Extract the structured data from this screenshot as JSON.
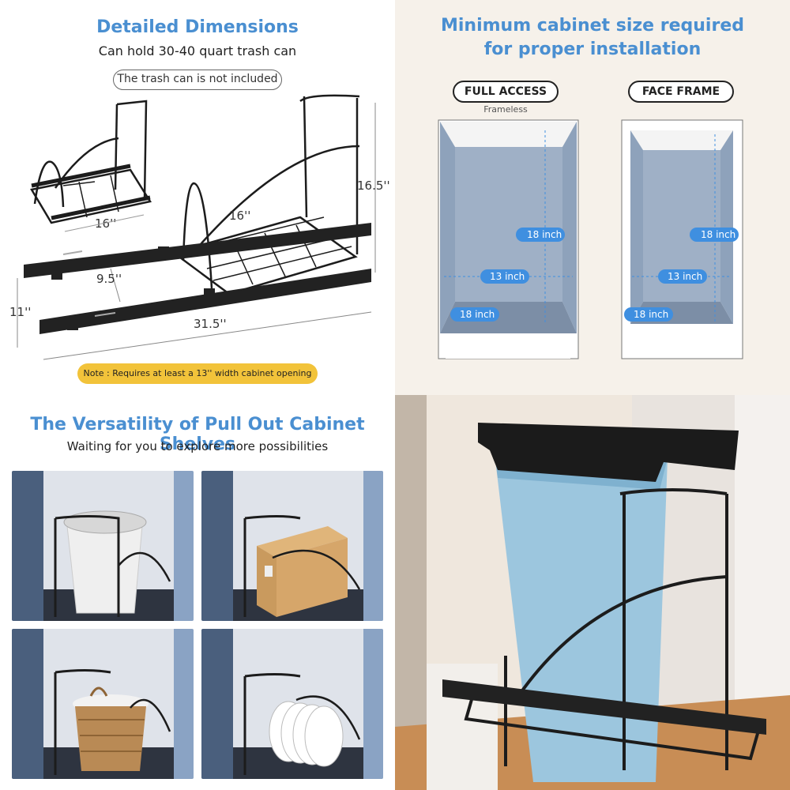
{
  "dimensions": {
    "title": "Detailed Dimensions",
    "subtitle": "Can hold 30-40 quart trash can",
    "pill": "The trash can is not included",
    "labels": {
      "small_width": "16''",
      "large_width": "16''",
      "height": "16.5''",
      "rail_gap": "9.5''",
      "rail_height": "11''",
      "length": "31.5''"
    },
    "note": "Note : Requires at least a 13'' width cabinet opening"
  },
  "cabinet": {
    "title_line1": "Minimum cabinet size required",
    "title_line2": "for proper installation",
    "left": {
      "label": "FULL ACCESS",
      "sublabel": "Frameless",
      "depth": "18 inch",
      "width": "13 inch",
      "front": "18 inch"
    },
    "right": {
      "label": "FACE FRAME",
      "depth": "18 inch",
      "width": "13 inch",
      "front": "18 inch"
    }
  },
  "versatility": {
    "title": "The Versatility of Pull Out Cabinet Shelves",
    "subtitle": "Waiting for you to explore more possibilities",
    "tiles": [
      "trash-bin",
      "cardboard-box",
      "woven-basket",
      "dish-plates"
    ]
  },
  "colors": {
    "accent_blue": "#4a8fd1",
    "note_yellow": "#f2c33a",
    "badge_blue": "#3f8fe0",
    "frame_black": "#1c1c1c",
    "bin_blue": "#9cc6de"
  }
}
